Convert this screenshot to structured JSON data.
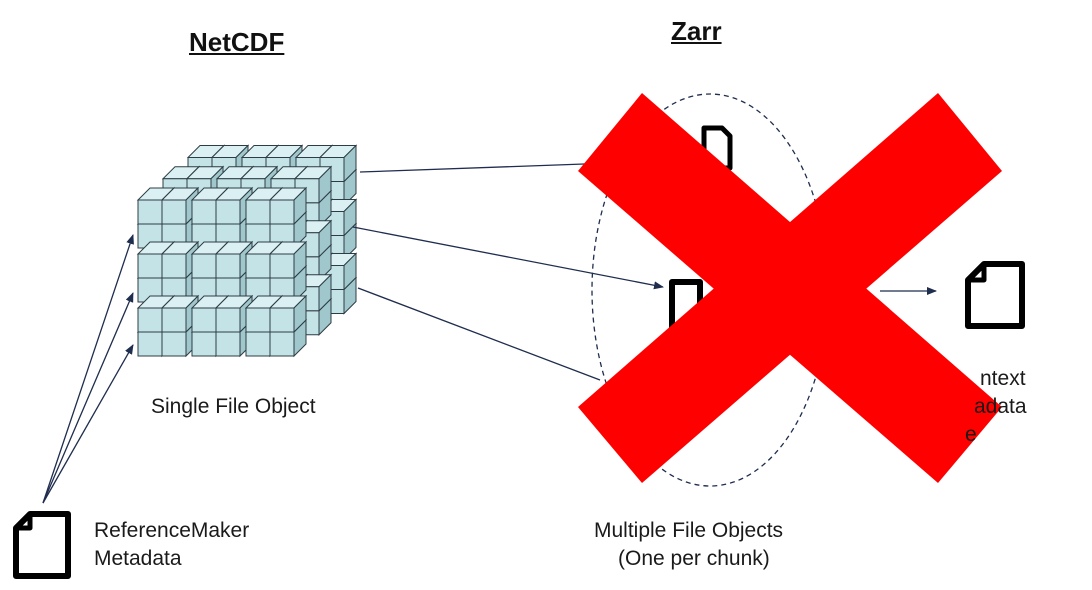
{
  "titles": {
    "left": "NetCDF",
    "right": "Zarr"
  },
  "labels": {
    "single_file": "Single File Object",
    "reference_maker_line1": "ReferenceMaker",
    "reference_maker_line2": "Metadata",
    "multiple_files_line1": "Multiple File Objects",
    "multiple_files_line2": "(One per chunk)",
    "context_line1": "ntext",
    "context_line2": "adata",
    "context_line3": "e"
  },
  "icons": {
    "document": "document-icon",
    "cube": "chunk-cube-icon",
    "cross": "red-x-icon"
  },
  "colors": {
    "cube_fill": "#c4e3e6",
    "cube_stroke": "#2e3d45",
    "arrow": "#1f2d4e",
    "cross": "#ff0000",
    "ellipse": "#1f2d4e"
  }
}
